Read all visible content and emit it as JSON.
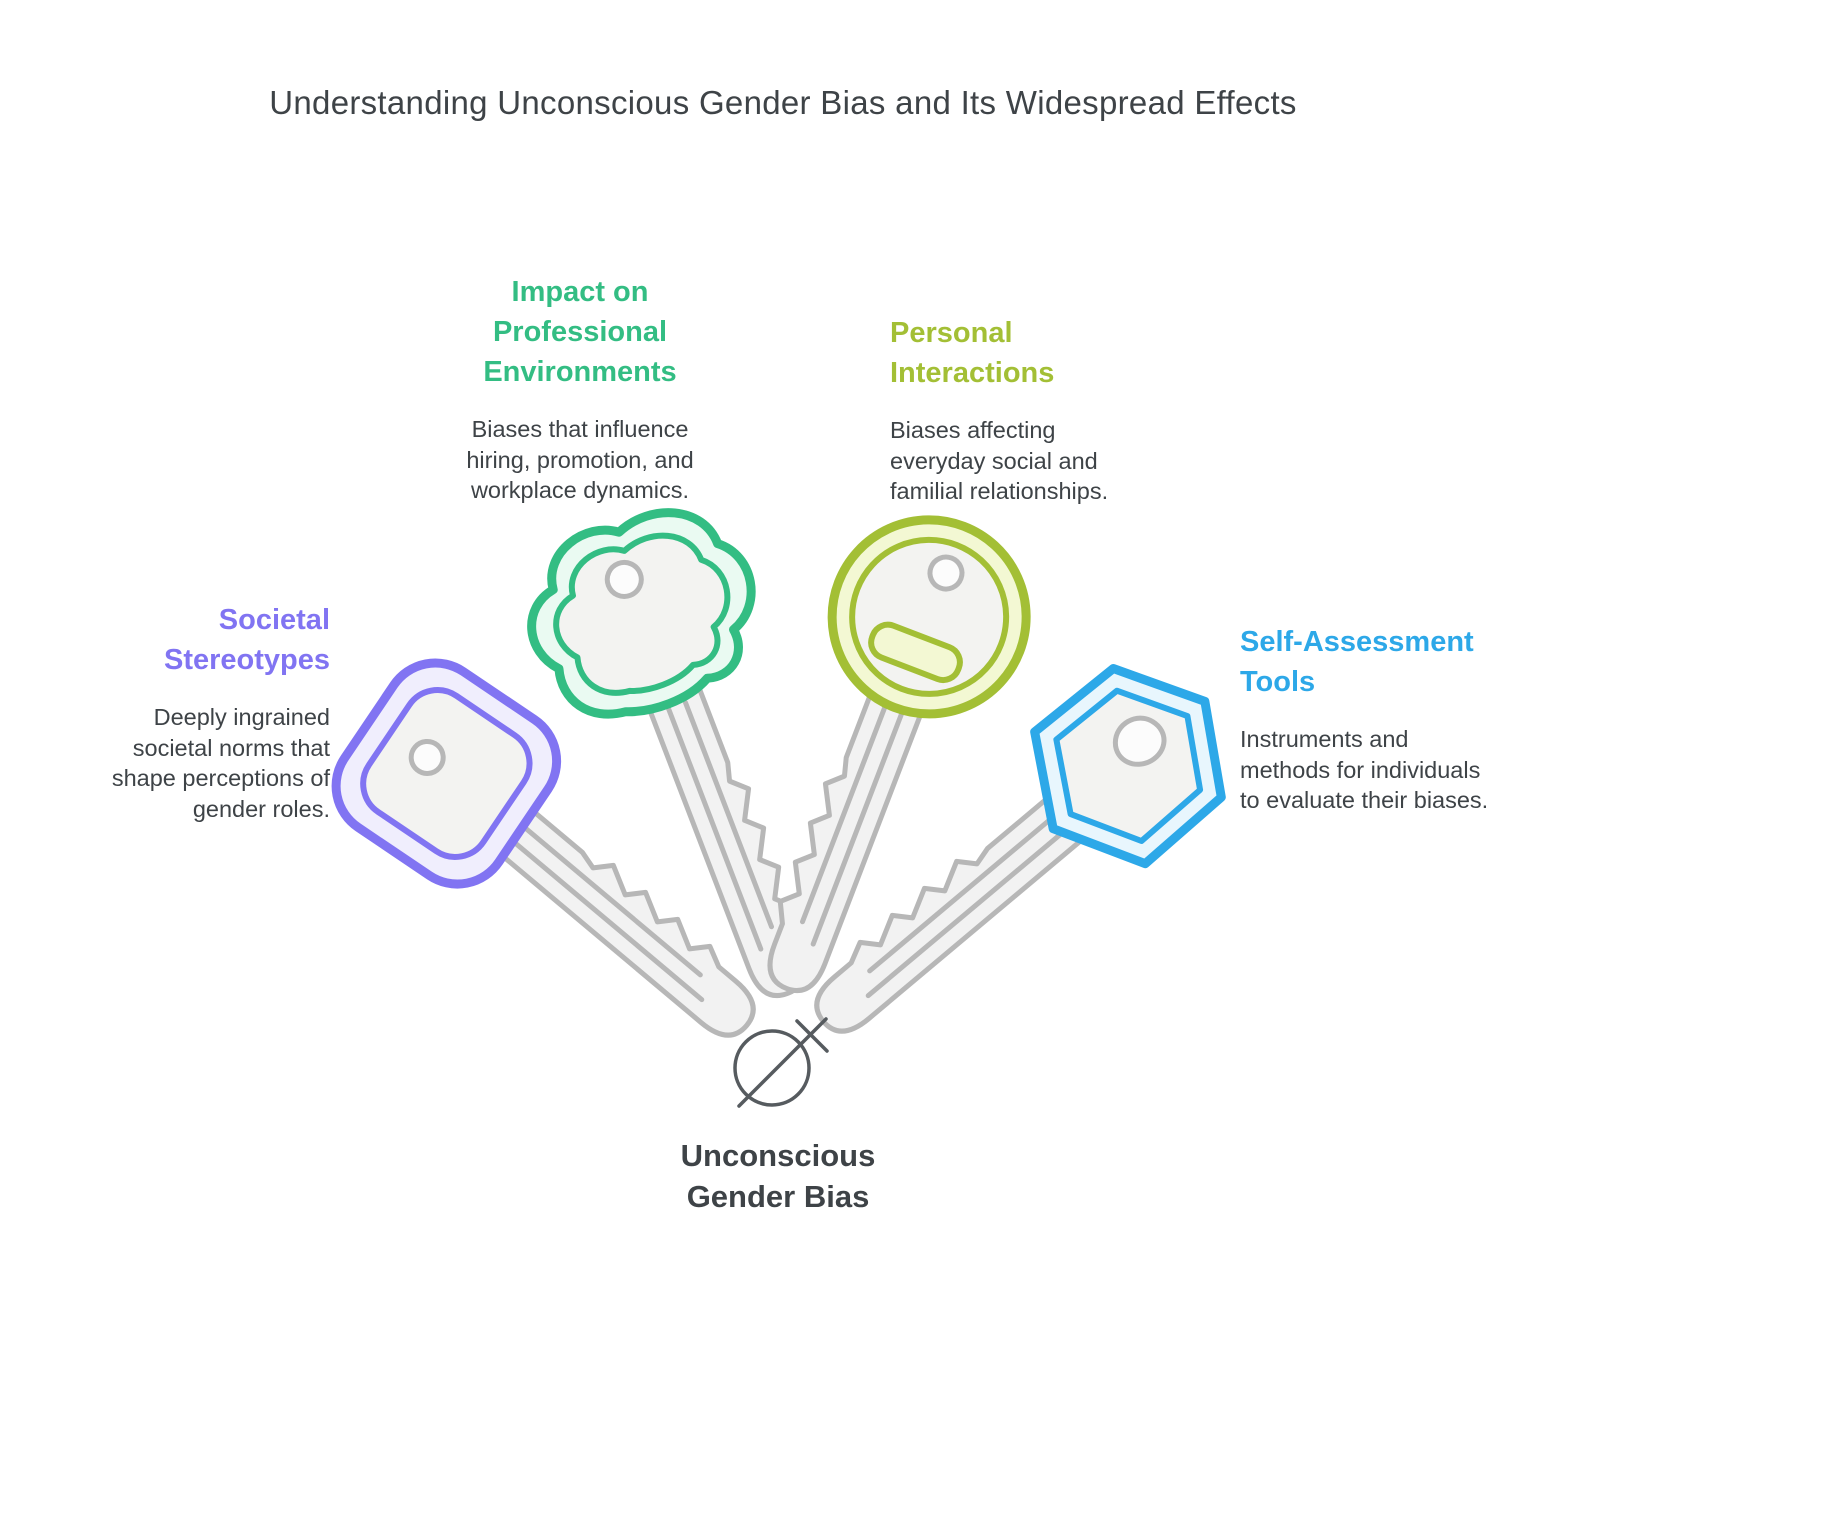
{
  "title": "Understanding Unconscious Gender Bias and Its Widespread Effects",
  "center_label": {
    "text": "Unconscious\nGender Bias",
    "icon": "gender-symbol-crossed"
  },
  "sections": [
    {
      "id": "societal-stereotypes",
      "title": "Societal\nStereotypes",
      "description": "Deeply ingrained\nsocietal norms that\nshape perceptions of\ngender roles.",
      "color": "#8174f2",
      "key_shape": "rounded-square-key"
    },
    {
      "id": "professional-environments",
      "title": "Impact on\nProfessional\nEnvironments",
      "description": "Biases that influence\nhiring, promotion, and\nworkplace dynamics.",
      "color": "#33bd83",
      "key_shape": "cloud-key"
    },
    {
      "id": "personal-interactions",
      "title": "Personal\nInteractions",
      "description": "Biases affecting\neveryday social and\nfamilial relationships.",
      "color": "#a3bf35",
      "key_shape": "round-key"
    },
    {
      "id": "self-assessment-tools",
      "title": "Self-Assessment\nTools",
      "description": "Instruments and\nmethods for individuals\nto evaluate their biases.",
      "color": "#2da8e8",
      "key_shape": "hexagon-key"
    }
  ]
}
